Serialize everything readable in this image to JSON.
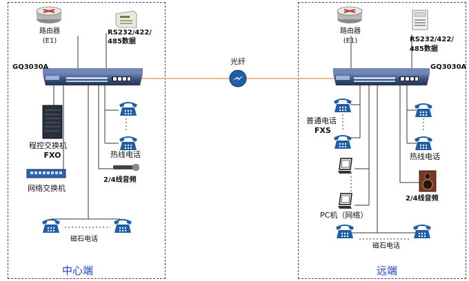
{
  "center": {
    "title": "中心端",
    "router_label": "路由器",
    "router_sub": "(E1)",
    "serial_label_1": "RS232/422/",
    "serial_label_2": "485数据",
    "device_model": "GQ3030A",
    "pbx_label": "程控交换机",
    "pbx_sub": "FXO",
    "switch_label": "网络交换机",
    "hotline_label": "热线电话",
    "audio_label": "2/4线音频",
    "magneto_label": "磁石电话"
  },
  "remote": {
    "title": "远端",
    "router_label": "路由器",
    "router_sub": "(E1)",
    "serial_label_1": "RS232/422/",
    "serial_label_2": "485数据",
    "device_model": "GQ3030A",
    "phone_label": "普通电话",
    "phone_sub": "FXS",
    "hotline_label": "热线电话",
    "audio_label": "2/4线音频",
    "pc_label": "PC机（网络）",
    "magneto_label": "磁石电话"
  },
  "link": {
    "fiber_label": "光纤"
  },
  "colors": {
    "phone": "#1f5ea8",
    "fiber": "#f0a060",
    "device": "#3a4f7a",
    "title": "#1a3fcf",
    "border": "#444444"
  }
}
